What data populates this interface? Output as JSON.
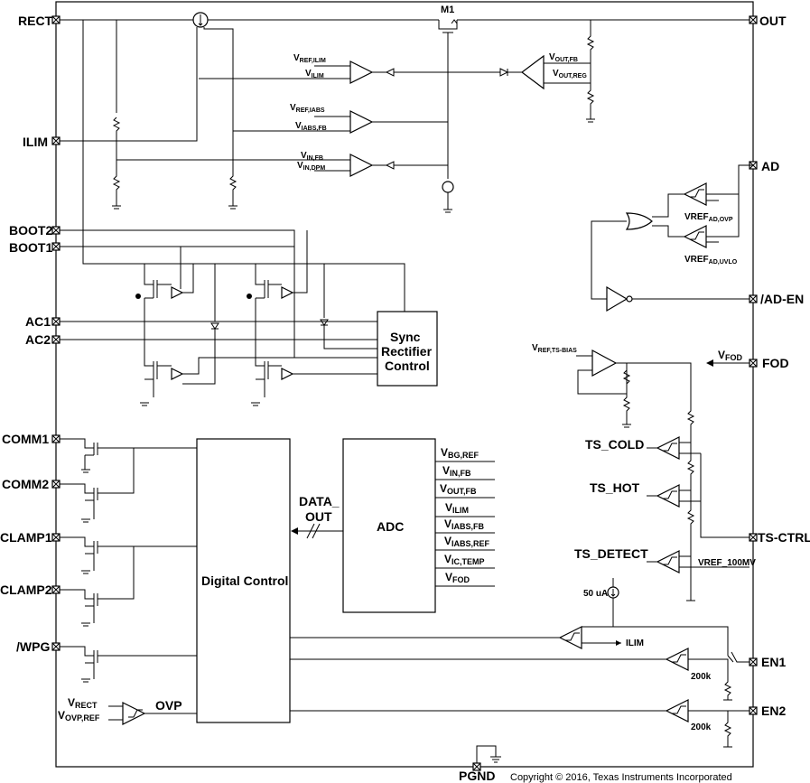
{
  "pins": {
    "rect": "RECT",
    "ilim": "ILIM",
    "boot2": "BOOT2",
    "boot1": "BOOT1",
    "ac1": "AC1",
    "ac2": "AC2",
    "comm1": "COMM1",
    "comm2": "COMM2",
    "clamp1": "CLAMP1",
    "clamp2": "CLAMP2",
    "wpg": "/WPG",
    "out": "OUT",
    "ad": "AD",
    "ad_en": "/AD-EN",
    "fod": "FOD",
    "ts_ctrl": "TS-CTRL",
    "en1": "EN1",
    "en2": "EN2",
    "pgnd": "PGND"
  },
  "blocks": {
    "sync_line1": "Sync",
    "sync_line2": "Rectifier",
    "sync_line3": "Control",
    "digital_control": "Digital Control",
    "adc": "ADC",
    "data_out_line1": "DATA_",
    "data_out_line2": "OUT",
    "ovp": "OVP",
    "m1": "M1"
  },
  "signals": {
    "vref_ilim": {
      "main": "V",
      "sub": "REF,ILIM"
    },
    "vilim": {
      "main": "V",
      "sub": "ILIM"
    },
    "vref_iabs": {
      "main": "V",
      "sub": "REF,IABS"
    },
    "viabs_fb": {
      "main": "V",
      "sub": "IABS,FB"
    },
    "vin_fb": {
      "main": "V",
      "sub": "IN,FB"
    },
    "vin_dpm": {
      "main": "V",
      "sub": "IN,DPM"
    },
    "vout_fb": {
      "main": "V",
      "sub": "OUT,FB"
    },
    "vout_reg": {
      "main": "V",
      "sub": "OUT,REG"
    },
    "vref_ad_ovp": {
      "main": "VREF",
      "sub": "AD,OVP"
    },
    "vref_ad_uvlo": {
      "main": "VREF",
      "sub": "AD,UVLO"
    },
    "vref_ts_bias": {
      "main": "V",
      "sub": "REF,TS-BIAS"
    },
    "vfod_in": {
      "main": "V",
      "sub": "FOD"
    },
    "ts_cold": "TS_COLD",
    "ts_hot": "TS_HOT",
    "ts_detect": "TS_DETECT",
    "vref_100mv": "VREF_100MV",
    "i_50ua": "50 uA",
    "ilim_small": "ILIM",
    "r200k_a": "200k",
    "r200k_b": "200k",
    "vrect": {
      "main": "V",
      "sub": "RECT"
    },
    "vovp_ref": {
      "main": "V",
      "sub": "OVP,REF"
    }
  },
  "adc_inputs": [
    {
      "main": "V",
      "sub": "BG,REF"
    },
    {
      "main": "V",
      "sub": "IN,FB"
    },
    {
      "main": "V",
      "sub": "OUT,FB"
    },
    {
      "main": "V",
      "sub": "ILIM"
    },
    {
      "main": "V",
      "sub": "IABS,FB"
    },
    {
      "main": "V",
      "sub": "IABS,REF"
    },
    {
      "main": "V",
      "sub": "IC,TEMP"
    },
    {
      "main": "V",
      "sub": "FOD"
    }
  ],
  "copyright": "Copyright © 2016, Texas Instruments Incorporated"
}
